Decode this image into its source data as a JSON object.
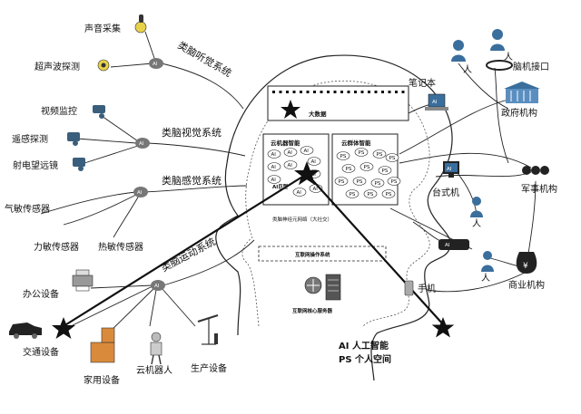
{
  "sensors": {
    "sound_capture": "声音采集",
    "ultrasonic": "超声波探测",
    "video_monitor": "视频监控",
    "remote_sensing": "遥感探测",
    "radio_telescope": "射电望远镜",
    "gas_sensor": "气敏传感器",
    "force_sensor": "力敏传感器",
    "thermal_sensor": "热敏传感器"
  },
  "devices": {
    "office": "办公设备",
    "traffic": "交通设备",
    "household": "家用设备",
    "cloud_robot": "云机器人",
    "production": "生产设备"
  },
  "systems": {
    "auditory": "类脑听觉系统",
    "visual": "类脑视觉系统",
    "sensory": "类脑感觉系统",
    "motor": "类脑运动系统"
  },
  "brain": {
    "big_data": "大数据",
    "cloud_machine": "云机器智能",
    "cloud_group": "云群体智能",
    "ai_core": "AI巨型",
    "neural_net": "类脑神经元网络（大社交）",
    "os": "互联网操作系统",
    "server": "互联网核心服务器",
    "ai": "AI",
    "ps": "PS"
  },
  "right": {
    "person": "人",
    "notebook": "笔记本",
    "bci": "脑机接口",
    "government": "政府机构",
    "desktop": "台式机",
    "military": "军事机构",
    "phone": "手机",
    "business": "商业机构"
  },
  "legend": {
    "ai_line": "AI  人工智能",
    "ps_line": "PS  个人空间"
  }
}
